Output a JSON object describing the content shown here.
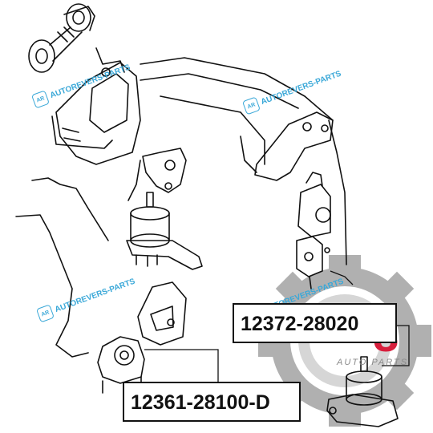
{
  "parts": [
    {
      "number": "12372-28020"
    },
    {
      "number": "12361-28100-D"
    }
  ],
  "watermark": {
    "text": "AUTOREVERS-PARTS",
    "badge": "AR"
  },
  "brand": {
    "text": "AUTO PARTS",
    "color": "#cc1f36"
  },
  "colors": {
    "line": "#111111",
    "watermark": "#3aa8d8",
    "gear": "#9a9a9a",
    "label_border": "#111111"
  },
  "icons": [
    "gear-logo-icon"
  ]
}
